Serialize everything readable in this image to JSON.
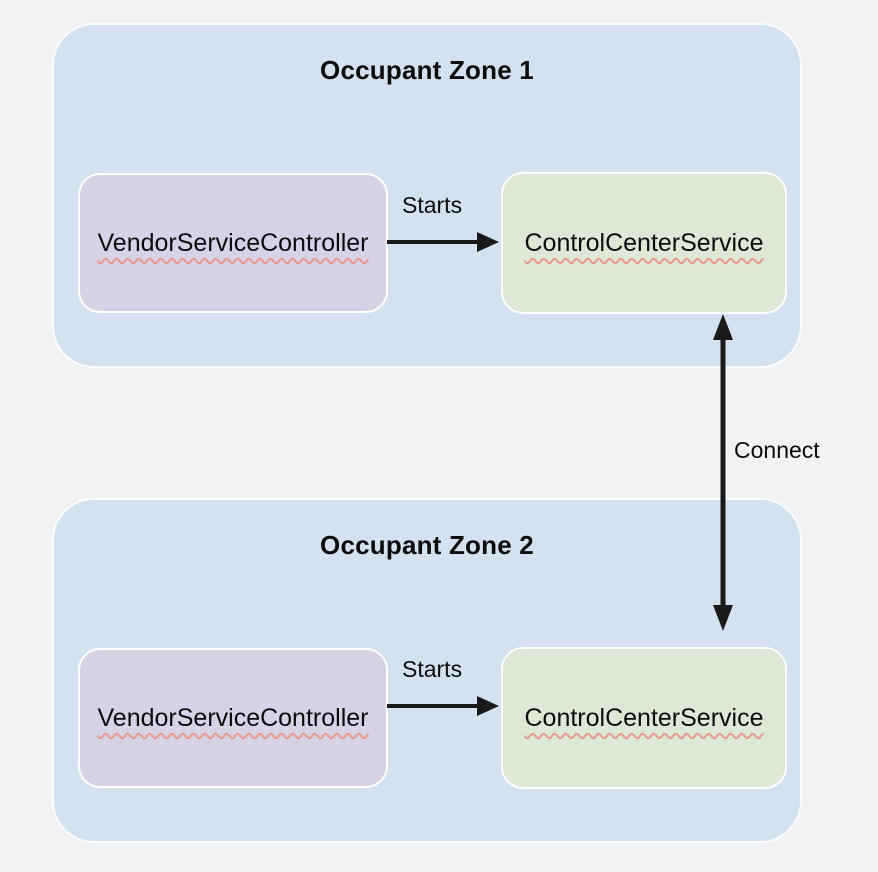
{
  "diagram": {
    "zones": [
      {
        "title": "Occupant Zone 1",
        "vendor_label": "VendorServiceController",
        "control_label": "ControlCenterService",
        "starts_label": "Starts"
      },
      {
        "title": "Occupant Zone 2",
        "vendor_label": "VendorServiceController",
        "control_label": "ControlCenterService",
        "starts_label": "Starts"
      }
    ],
    "connect_label": "Connect",
    "colors": {
      "background": "#f1f2f4",
      "zone_fill": "#d4e1f0",
      "vendor_fill": "#d7d2e6",
      "control_fill": "#dde8d7",
      "arrow": "#1a1a1a",
      "spellcheck_underline": "#e89a8e"
    }
  }
}
